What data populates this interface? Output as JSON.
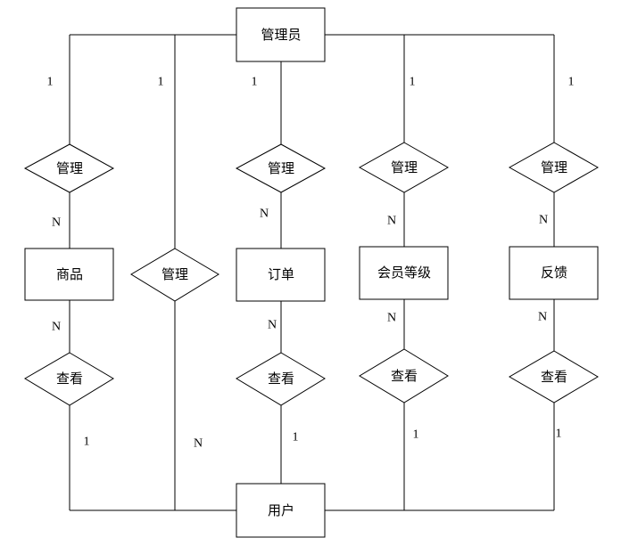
{
  "entities": {
    "admin": "管理员",
    "product": "商品",
    "order": "订单",
    "member_level": "会员等级",
    "feedback": "反馈",
    "user": "用户"
  },
  "relationships": {
    "manage_product": "管理",
    "manage_user": "管理",
    "manage_order": "管理",
    "manage_member_level": "管理",
    "manage_feedback": "管理",
    "view_product": "查看",
    "view_order": "查看",
    "view_member_level": "查看",
    "view_feedback": "查看"
  },
  "cardinalities": {
    "admin_manage_product": "1",
    "manage_product_product": "N",
    "admin_manage_user": "1",
    "manage_user_user": "N",
    "admin_manage_order": "1",
    "manage_order_order": "N",
    "admin_manage_member_level": "1",
    "manage_member_level_member_level": "N",
    "admin_manage_feedback": "1",
    "manage_feedback_feedback": "N",
    "product_view": "N",
    "view_product_user": "1",
    "order_view": "N",
    "view_order_user": "1",
    "member_level_view": "N",
    "view_member_level_user": "1",
    "feedback_view": "N",
    "view_feedback_user": "1"
  }
}
